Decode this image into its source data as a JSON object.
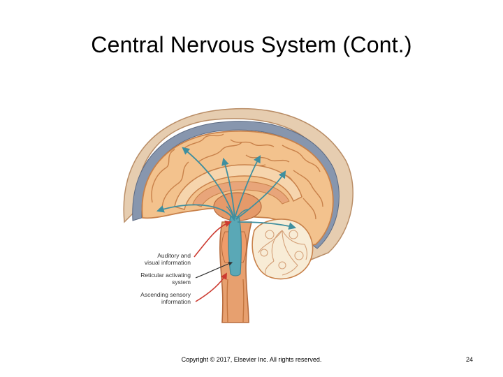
{
  "slide": {
    "title": "Central Nervous System (Cont.)",
    "copyright": "Copyright © 2017, Elsevier Inc. All rights reserved.",
    "page_number": "24"
  },
  "figure": {
    "labels": {
      "auditory_line1": "Auditory and",
      "auditory_line2": "visual information",
      "ras_line1": "Reticular activating",
      "ras_line2": "system",
      "ascending_line1": "Ascending sensory",
      "ascending_line2": "information"
    }
  },
  "colors": {
    "cortex": "#f3c28d",
    "cortex_edge": "#c8814a",
    "skull_outer": "#dfc6aa",
    "dura": "#7f8ea8",
    "reticular": "#5aa8b6",
    "arrow_red": "#cc3a30",
    "brainstem": "#e7a06f",
    "cerebellum": "#f8ecd6"
  }
}
